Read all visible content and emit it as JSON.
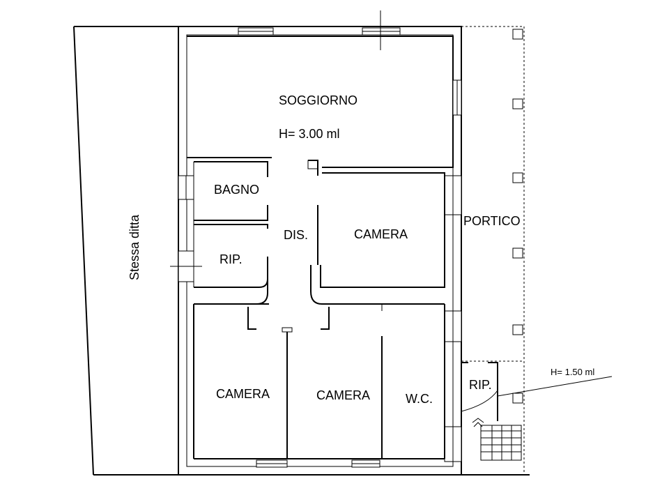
{
  "rooms": {
    "soggiorno": "SOGGIORNO",
    "soggiorno_height": "H= 3.00 ml",
    "bagno": "BAGNO",
    "dis": "DIS.",
    "camera_right": "CAMERA",
    "rip_left": "RIP.",
    "camera_bottom_left": "CAMERA",
    "camera_bottom_mid": "CAMERA",
    "wc": "W.C.",
    "rip_right": "RIP.",
    "portico": "PORTICO"
  },
  "annotations": {
    "neighbor": "Stessa ditta",
    "rip_height": "H= 1.50 ml"
  }
}
